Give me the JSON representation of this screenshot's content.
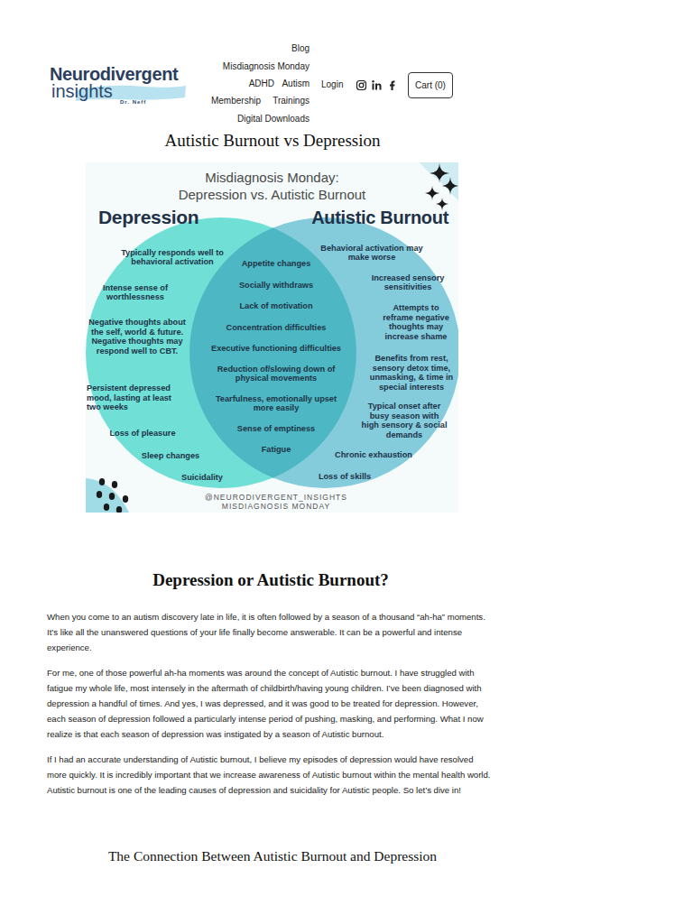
{
  "diagram": {
    "title": "Misdiagnosis Monday: Depression vs. Autistic Burnout",
    "nodes": [
      {
        "text": [
          "Depression",
          "Typically responds well to behavioral activation",
          "Intense sense of worthlessness",
          "Negative thoughts about the self, world & future. Negative thoughts may respond well to CBT.",
          "Persistent depressed mood, lasting at least two weeks",
          "Loss of pleasure",
          "Sleep changes",
          "Suicidality"
        ]
      },
      {
        "text": [
          "Autistic Burnout",
          "Behavioral activation may make worse",
          "Increased sensory sensitivities",
          "Attempts to reframe negative thoughts may increase shame",
          "Benefits from rest, sensory detox time, unmasking, & time in special interests",
          "Typical onset after busy season with high sensory & social demands",
          "Chronic exhaustion",
          "Loss of skills"
        ]
      },
      {
        "text": [
          "Appetite changes",
          "Socially withdraws",
          "Lack of motivation",
          "Concentration difficulties",
          "Executive functioning difficulties",
          "Reduction of/slowing down of physical movements",
          "Tearfulness, emotionally upset more easily",
          "Sense of emptiness",
          "Fatigue"
        ]
      }
    ],
    "labels": [
      "Blog",
      "Misdiagnosis Monday",
      "ADHD",
      "Autism",
      "Membership",
      "Trainings",
      "Digital Downloads",
      "Login",
      "Cart (0)",
      "Neurodivergent",
      "insights",
      "Dr. Neff",
      "Autistic Burnout vs Depression",
      "@NEURODIVERGENT_INSIGHTS",
      "MISDIAGNOSIS MONDAY",
      "Depression or Autistic Burnout?",
      "When you come to an autism discovery late in life, it is often followed by a season of a thousand “ah-ha” moments. It’s like all the unanswered questions of your life finally become answerable. It can be a powerful and intense experience.",
      "For me, one of those powerful ah-ha moments was around the concept of Autistic burnout. I have struggled with fatigue my whole life, most intensely in the aftermath of childbirth/having young children. I’ve been diagnosed with depression a handful of times. And yes, I was depressed, and it was good to be treated for depression. However, each season of depression followed a particularly intense period of pushing, masking, and performing. What I now realize is that each season of depression was instigated by a season of Autistic burnout.",
      "If I had an accurate understanding of Autistic burnout, I believe my episodes of depression would have resolved more quickly. It is incredibly important that we increase awareness of Autistic burnout within the mental health world. Autistic burnout is one of the leading causes of depression and suicidality for Autistic people. So let’s dive in!",
      "The Connection Between Autistic Burnout and Depression"
    ]
  }
}
